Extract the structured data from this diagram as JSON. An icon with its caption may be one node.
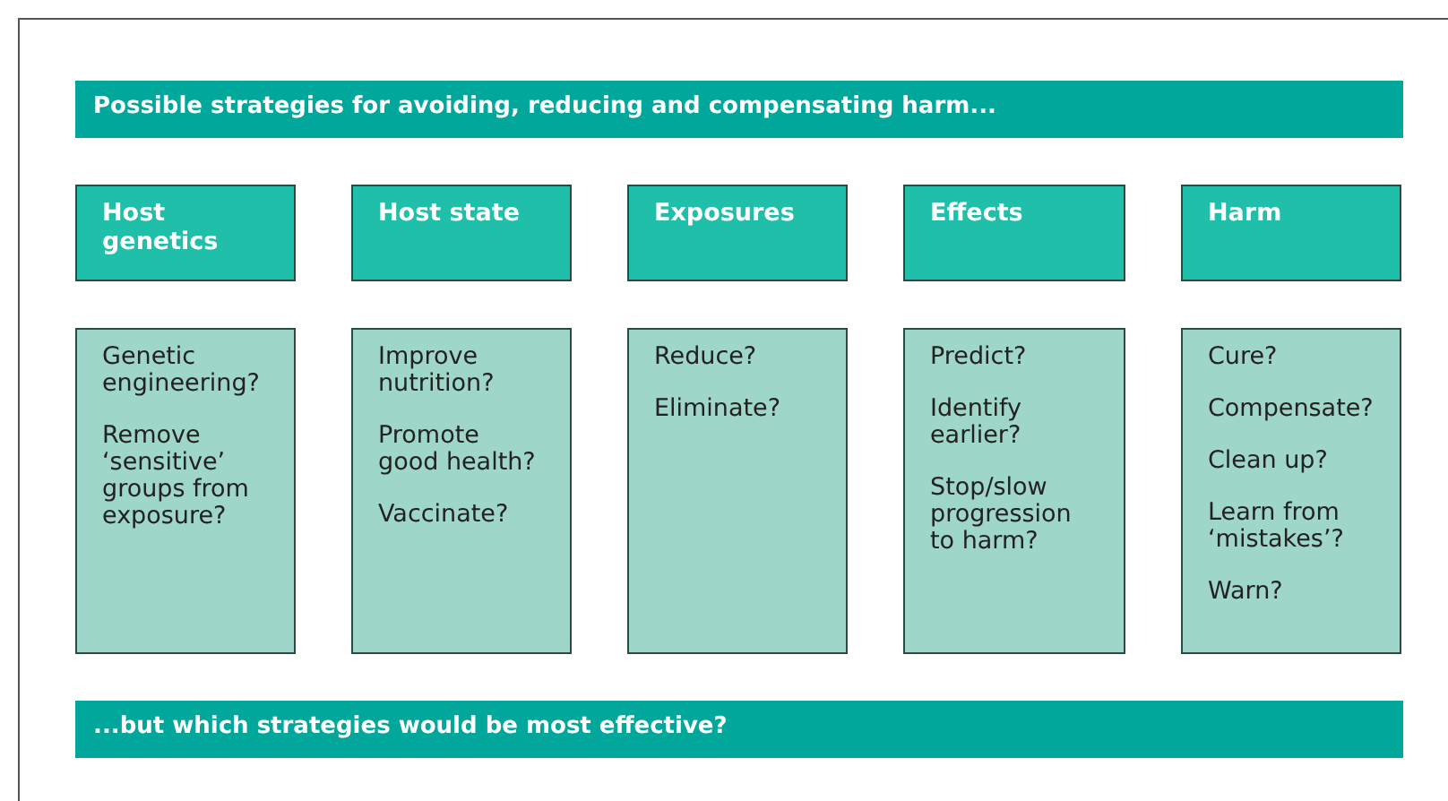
{
  "diagram": {
    "nodes": [
      {
        "text": [
          "Possible strategies for avoiding, reducing and compensating harm..."
        ]
      },
      {
        "text": [
          "Host genetics"
        ]
      },
      {
        "text": [
          "Host state"
        ]
      },
      {
        "text": [
          "Exposures"
        ]
      },
      {
        "text": [
          "Effects"
        ]
      },
      {
        "text": [
          "Harm"
        ]
      },
      {
        "text": [
          "Genetic engineering?",
          "Remove ‘sensitive’ groups from exposure?"
        ]
      },
      {
        "text": [
          "Improve nutrition?",
          "Promote good health?",
          "Vaccinate?"
        ]
      },
      {
        "text": [
          "Reduce?",
          "Eliminate?"
        ]
      },
      {
        "text": [
          "Predict?",
          "Identify earlier?",
          "Stop/slow progression to harm?"
        ]
      },
      {
        "text": [
          "Cure?",
          "Compensate?",
          "Clean up?",
          "Learn from ‘mistakes’?",
          "Warn?"
        ]
      },
      {
        "text": [
          "...but which strategies would be most effective?"
        ]
      }
    ],
    "edges": []
  }
}
